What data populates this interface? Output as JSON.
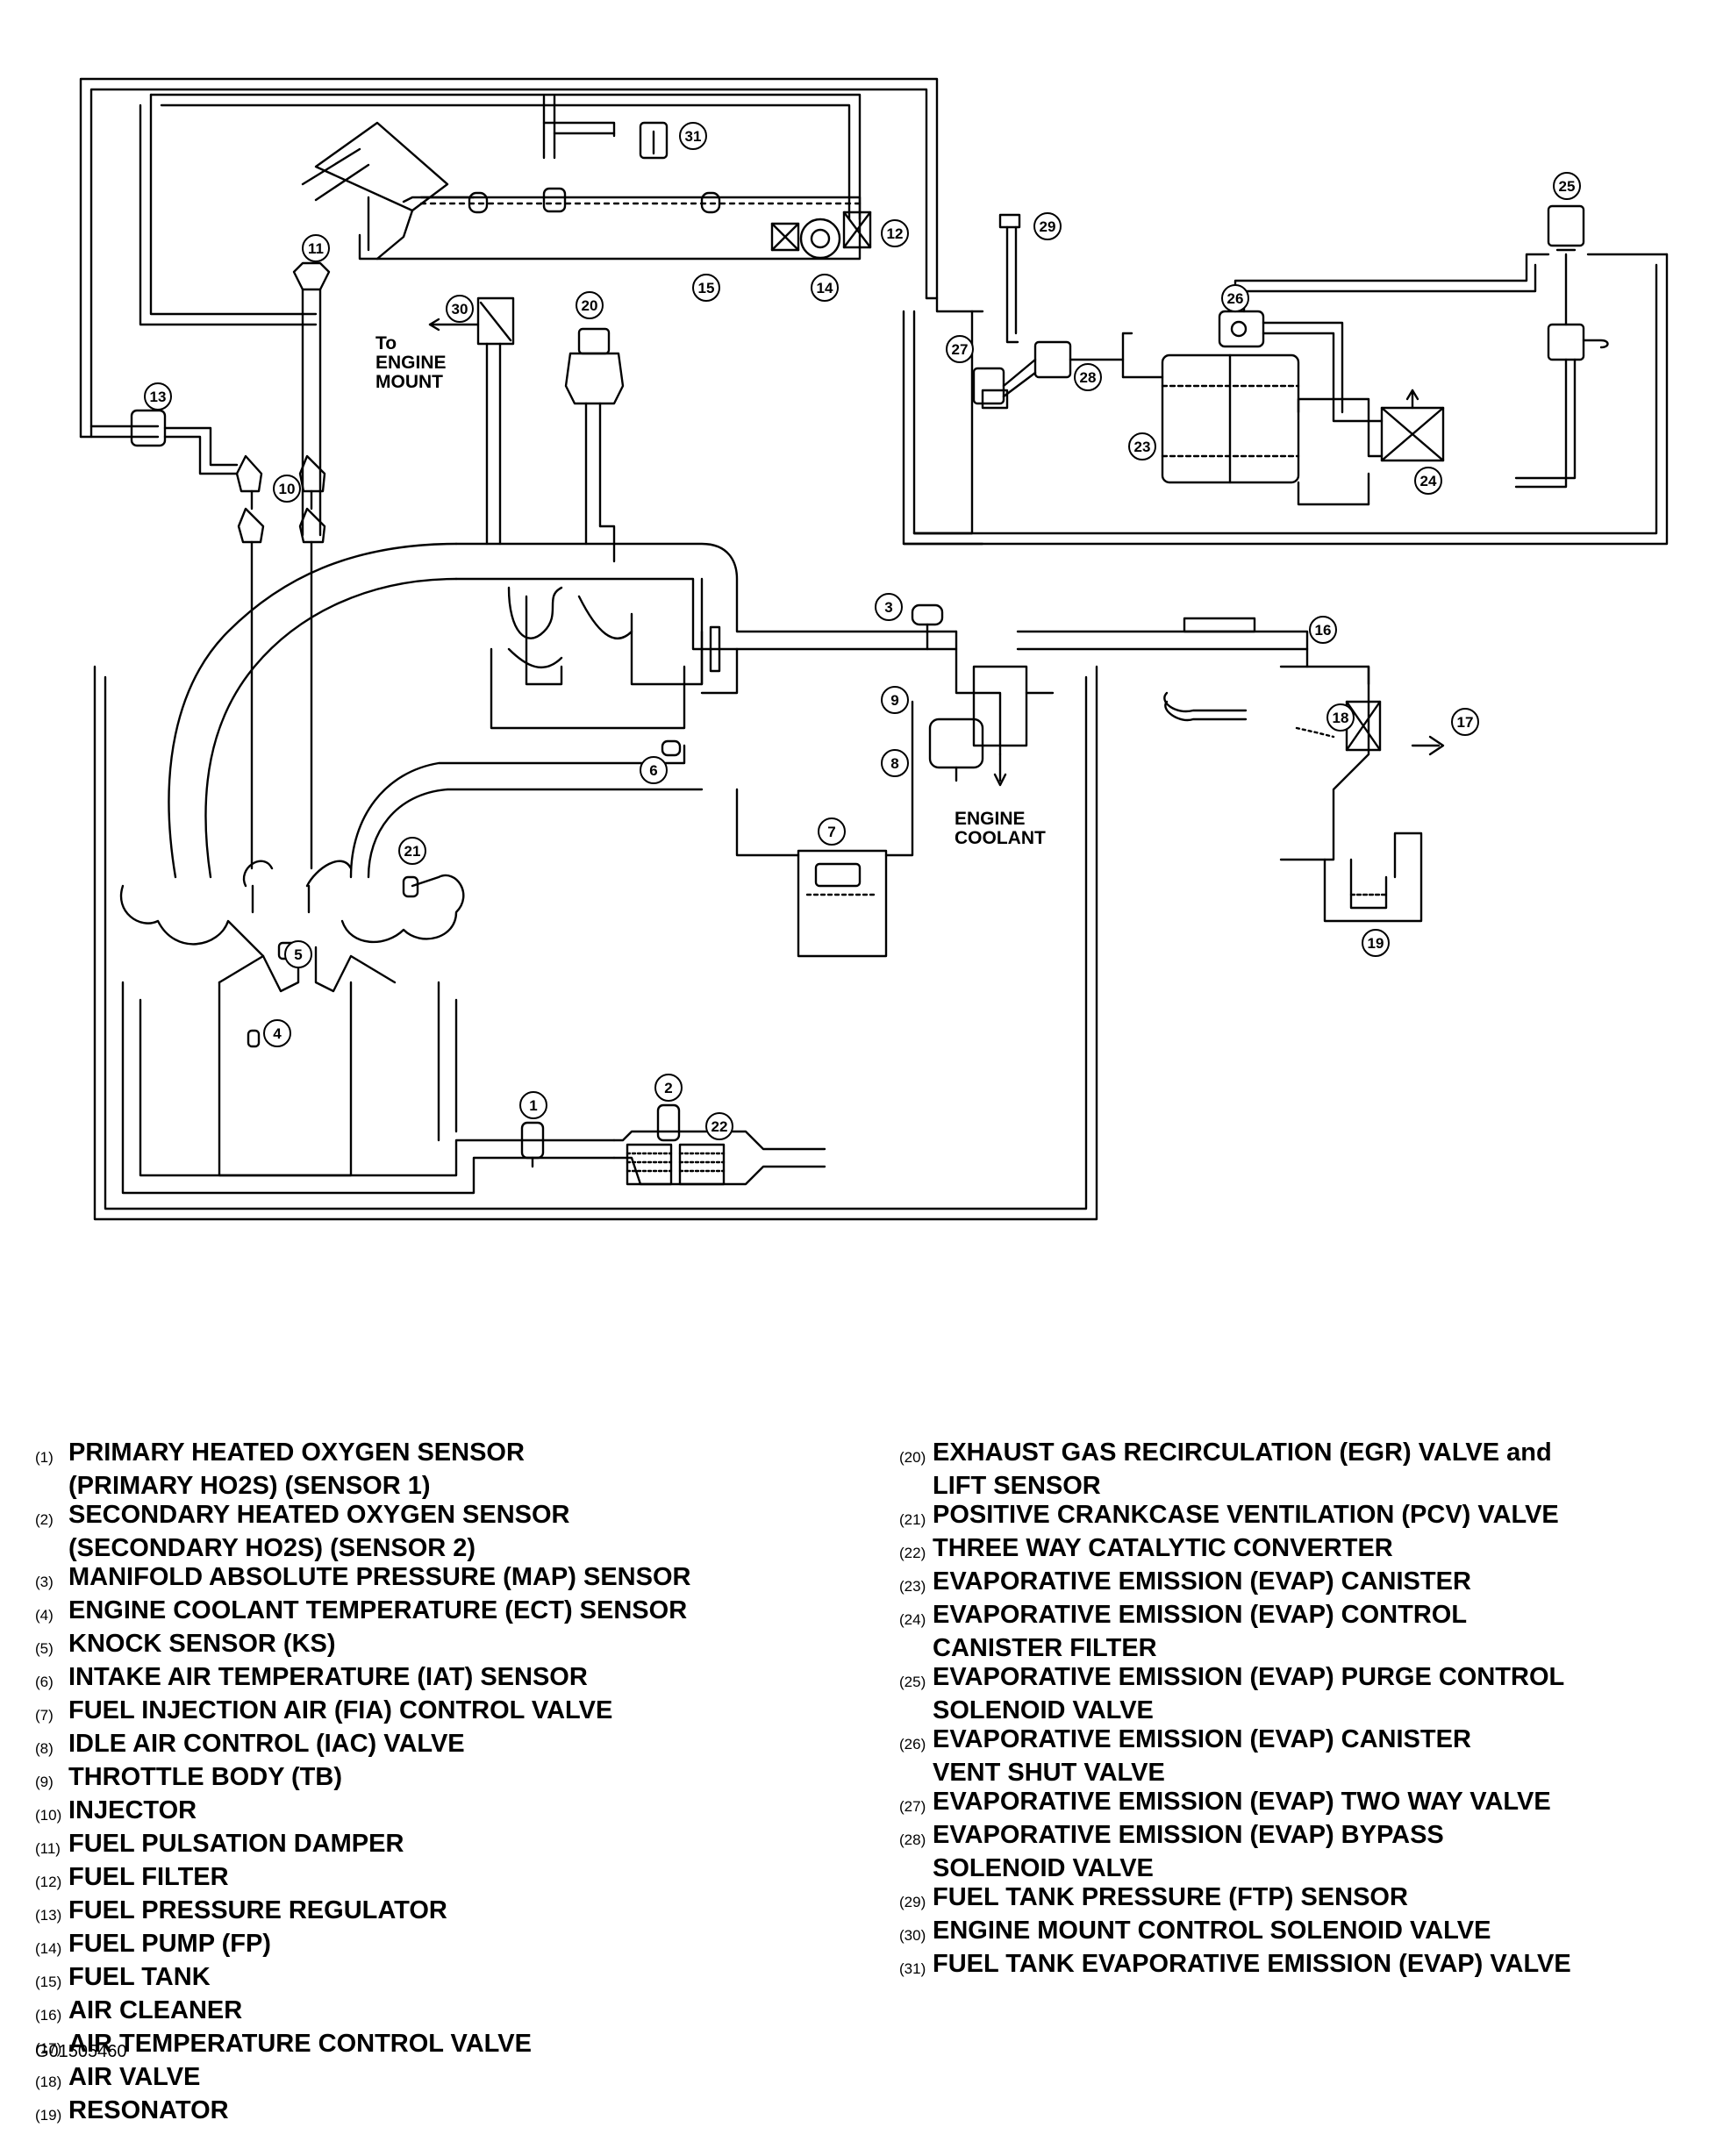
{
  "diagram": {
    "callouts": [
      "1",
      "2",
      "3",
      "4",
      "5",
      "6",
      "7",
      "8",
      "9",
      "10",
      "11",
      "12",
      "13",
      "14",
      "15",
      "16",
      "17",
      "18",
      "19",
      "20",
      "21",
      "22",
      "23",
      "24",
      "25",
      "26",
      "27",
      "28",
      "29",
      "30",
      "31"
    ],
    "labels": {
      "to_engine_mount_1": "To",
      "to_engine_mount_2": "ENGINE",
      "to_engine_mount_3": "MOUNT",
      "engine_coolant_1": "ENGINE",
      "engine_coolant_2": "COOLANT"
    }
  },
  "legend": {
    "left": [
      {
        "num": "1",
        "lines": [
          "PRIMARY HEATED OXYGEN SENSOR",
          "(PRIMARY HO2S) (SENSOR 1)"
        ]
      },
      {
        "num": "2",
        "lines": [
          "SECONDARY HEATED OXYGEN SENSOR",
          "(SECONDARY HO2S) (SENSOR 2)"
        ]
      },
      {
        "num": "3",
        "lines": [
          "MANIFOLD ABSOLUTE PRESSURE (MAP) SENSOR"
        ]
      },
      {
        "num": "4",
        "lines": [
          "ENGINE COOLANT TEMPERATURE (ECT) SENSOR"
        ]
      },
      {
        "num": "5",
        "lines": [
          "KNOCK SENSOR (KS)"
        ]
      },
      {
        "num": "6",
        "lines": [
          "INTAKE AIR TEMPERATURE (IAT) SENSOR"
        ]
      },
      {
        "num": "7",
        "lines": [
          "FUEL INJECTION AIR (FIA) CONTROL VALVE"
        ]
      },
      {
        "num": "8",
        "lines": [
          "IDLE AIR CONTROL (IAC) VALVE"
        ]
      },
      {
        "num": "9",
        "lines": [
          "THROTTLE BODY (TB)"
        ]
      },
      {
        "num": "10",
        "lines": [
          "INJECTOR"
        ]
      },
      {
        "num": "11",
        "lines": [
          "FUEL PULSATION DAMPER"
        ]
      },
      {
        "num": "12",
        "lines": [
          "FUEL FILTER"
        ]
      },
      {
        "num": "13",
        "lines": [
          "FUEL PRESSURE REGULATOR"
        ]
      },
      {
        "num": "14",
        "lines": [
          "FUEL PUMP (FP)"
        ]
      },
      {
        "num": "15",
        "lines": [
          "FUEL TANK"
        ]
      },
      {
        "num": "16",
        "lines": [
          "AIR CLEANER"
        ]
      },
      {
        "num": "17",
        "lines": [
          "AIR TEMPERATURE CONTROL VALVE"
        ]
      },
      {
        "num": "18",
        "lines": [
          "AIR VALVE"
        ]
      },
      {
        "num": "19",
        "lines": [
          "RESONATOR"
        ]
      }
    ],
    "right": [
      {
        "num": "20",
        "lines": [
          "EXHAUST GAS RECIRCULATION (EGR) VALVE and",
          "LIFT SENSOR"
        ]
      },
      {
        "num": "21",
        "lines": [
          "POSITIVE CRANKCASE VENTILATION (PCV) VALVE"
        ]
      },
      {
        "num": "22",
        "lines": [
          "THREE WAY CATALYTIC CONVERTER"
        ]
      },
      {
        "num": "23",
        "lines": [
          "EVAPORATIVE EMISSION (EVAP) CANISTER"
        ]
      },
      {
        "num": "24",
        "lines": [
          "EVAPORATIVE EMISSION (EVAP) CONTROL",
          "CANISTER FILTER"
        ]
      },
      {
        "num": "25",
        "lines": [
          "EVAPORATIVE EMISSION (EVAP) PURGE CONTROL",
          "SOLENOID VALVE"
        ]
      },
      {
        "num": "26",
        "lines": [
          "EVAPORATIVE EMISSION (EVAP) CANISTER",
          "VENT SHUT VALVE"
        ]
      },
      {
        "num": "27",
        "lines": [
          "EVAPORATIVE EMISSION (EVAP) TWO WAY VALVE"
        ]
      },
      {
        "num": "28",
        "lines": [
          "EVAPORATIVE EMISSION (EVAP) BYPASS",
          "SOLENOID VALVE"
        ]
      },
      {
        "num": "29",
        "lines": [
          "FUEL TANK PRESSURE (FTP) SENSOR"
        ]
      },
      {
        "num": "30",
        "lines": [
          "ENGINE MOUNT CONTROL SOLENOID VALVE"
        ]
      },
      {
        "num": "31",
        "lines": [
          "FUEL TANK EVAPORATIVE EMISSION (EVAP) VALVE"
        ]
      }
    ]
  },
  "figure_code": "G01505460"
}
